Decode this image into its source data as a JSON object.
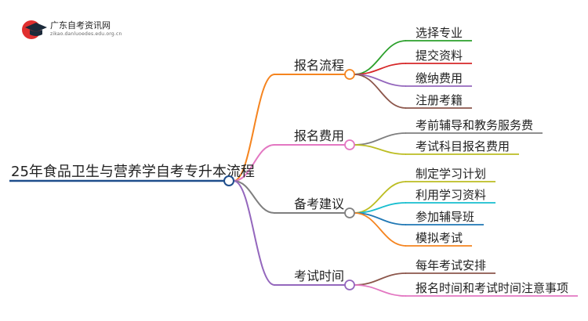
{
  "logo": {
    "title": "广东自考资讯网",
    "url": "zikao.danluoedes.edu.org.cn",
    "icon": "graduation-cap-icon",
    "colors": {
      "circle": "#e02f2f",
      "cap": "#1c2a3a"
    }
  },
  "root": {
    "label": "25年食品卫生与营养学自考专升本流程",
    "color": "#1f4e8c"
  },
  "branches": [
    {
      "label": "报名流程",
      "color": "#f5841f",
      "leaves": [
        {
          "label": "选择专业",
          "color": "#2ca02c"
        },
        {
          "label": "提交资料",
          "color": "#d62728"
        },
        {
          "label": "缴纳费用",
          "color": "#9467bd"
        },
        {
          "label": "注册考籍",
          "color": "#8c564b"
        }
      ]
    },
    {
      "label": "报名费用",
      "color": "#e377c2",
      "leaves": [
        {
          "label": "考前辅导和教务服务费",
          "color": "#7f7f7f"
        },
        {
          "label": "考试科目报名费用",
          "color": "#bcbd22"
        }
      ]
    },
    {
      "label": "备考建议",
      "color": "#7f7f7f",
      "leaves": [
        {
          "label": "制定学习计划",
          "color": "#bcbd22"
        },
        {
          "label": "利用学习资料",
          "color": "#17becf"
        },
        {
          "label": "参加辅导班",
          "color": "#1f77b4"
        },
        {
          "label": "模拟考试",
          "color": "#f5841f"
        }
      ]
    },
    {
      "label": "考试时间",
      "color": "#9467bd",
      "leaves": [
        {
          "label": "每年考试安排",
          "color": "#8c564b"
        },
        {
          "label": "报名时间和考试时间注意事项",
          "color": "#e377c2"
        }
      ]
    }
  ]
}
